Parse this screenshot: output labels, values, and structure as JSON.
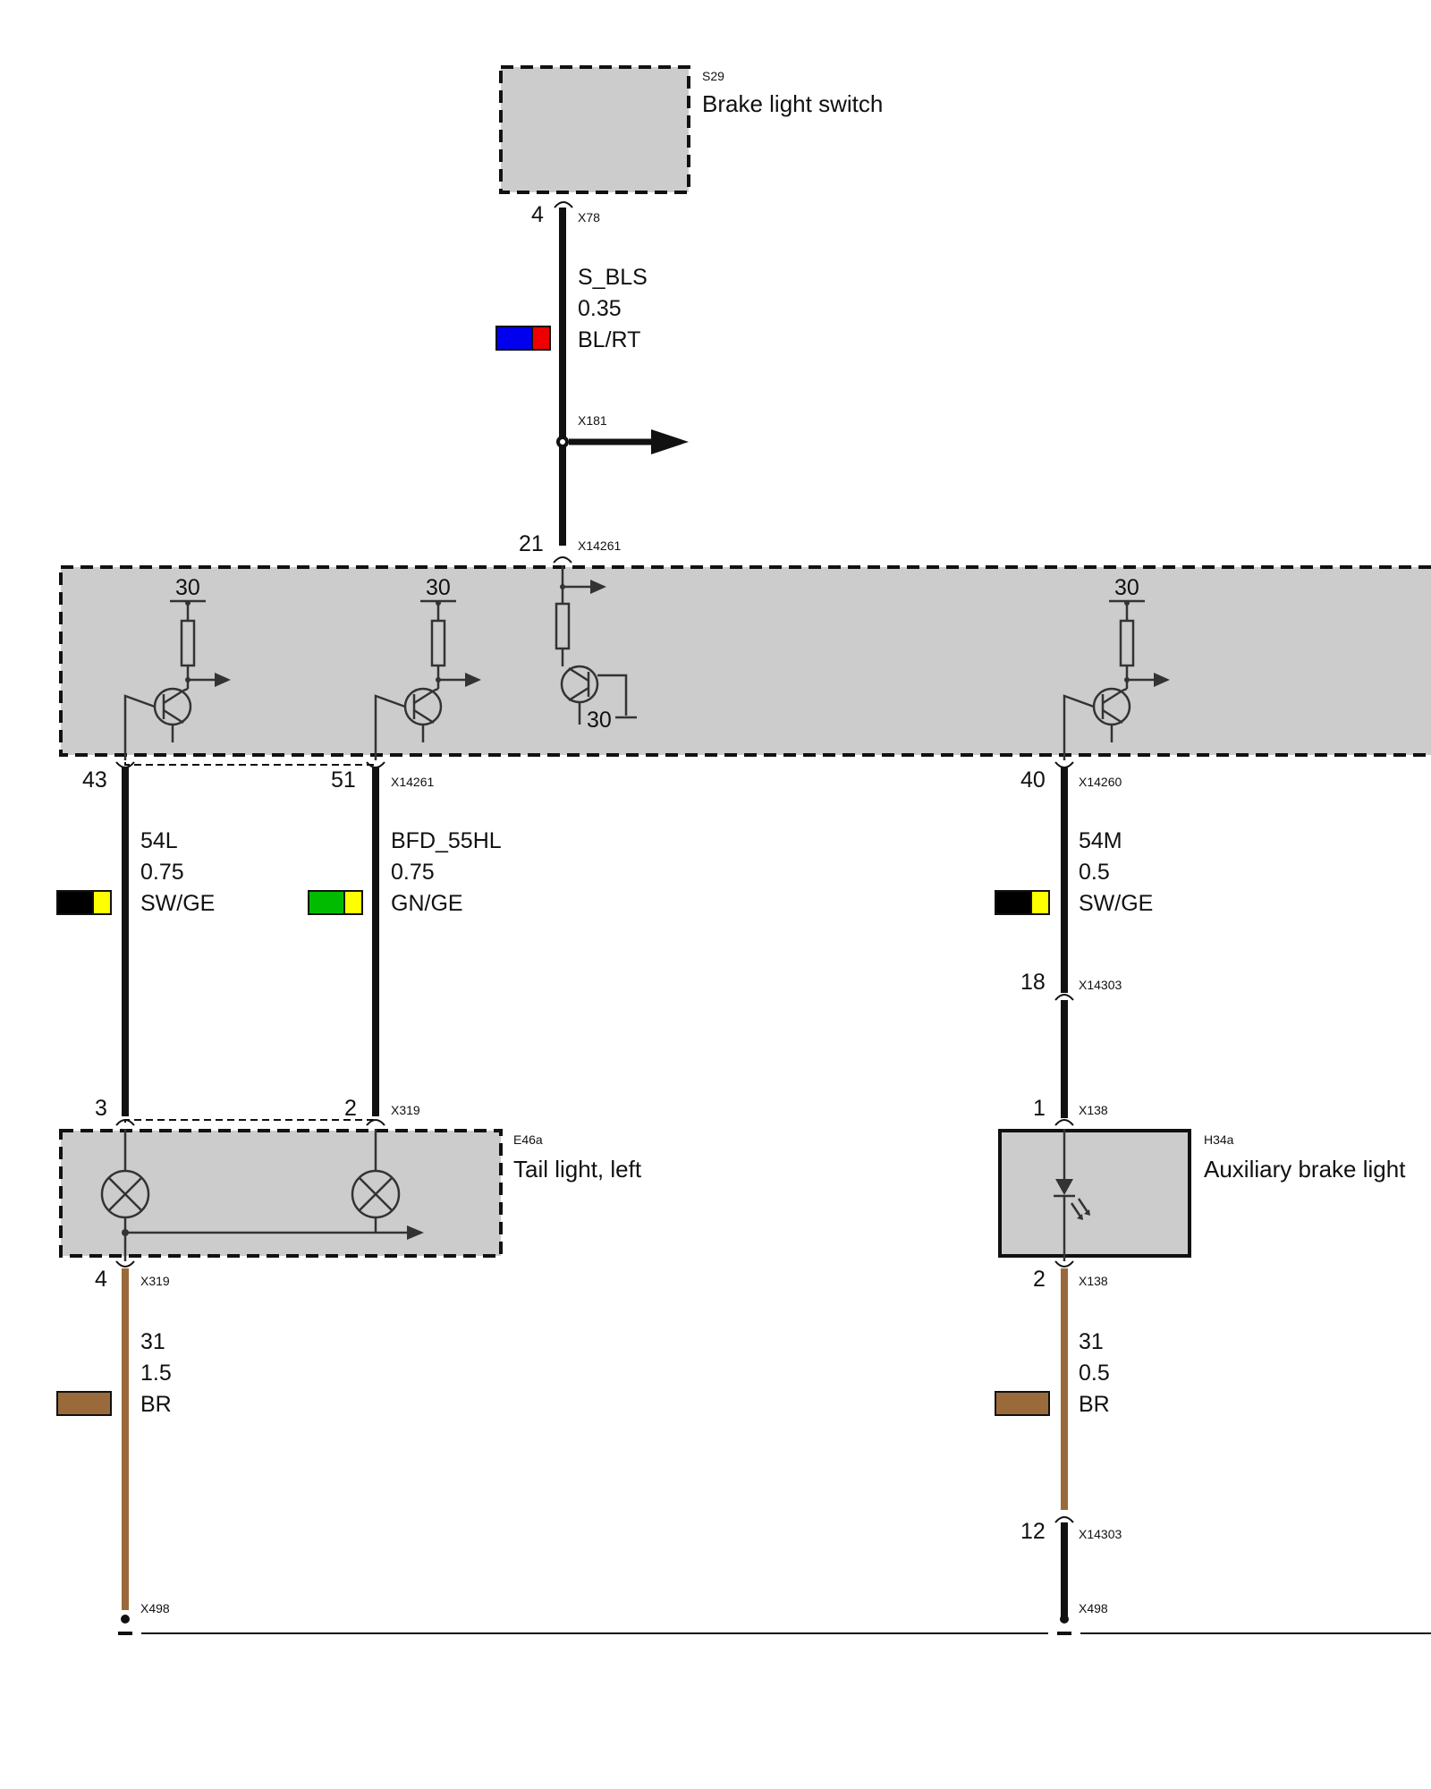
{
  "components": {
    "brake_switch": {
      "id": "S29",
      "name": "Brake light switch"
    },
    "tail_light": {
      "id": "E46a",
      "name": "Tail light, left"
    },
    "aux_brake": {
      "id": "H34a",
      "name": "Auxiliary brake light"
    }
  },
  "connectors": {
    "x78": "X78",
    "x181": "X181",
    "x14261_top": "X14261",
    "x14261_mid": "X14261",
    "x14260": "X14260",
    "x14303_a": "X14303",
    "x14303_b": "X14303",
    "x319_top": "X319",
    "x319_bot": "X319",
    "x138_top": "X138",
    "x138_bot": "X138",
    "x498_left": "X498",
    "x498_right": "X498"
  },
  "pins": {
    "p4_top": "4",
    "p21": "21",
    "p43": "43",
    "p51": "51",
    "p40": "40",
    "p18": "18",
    "p3": "3",
    "p2_tail": "2",
    "p1": "1",
    "p4_tail": "4",
    "p2_aux": "2",
    "p12": "12"
  },
  "module_labels": {
    "t1": "30",
    "t2": "30",
    "t3": "30",
    "t4": "30"
  },
  "wires": {
    "s_bls": {
      "signal": "S_BLS",
      "size": "0.35",
      "color": "BL/RT",
      "c1": "#0000ee",
      "c2": "#ee0000"
    },
    "w54l": {
      "signal": "54L",
      "size": "0.75",
      "color": "SW/GE",
      "c1": "#000000",
      "c2": "#ffff00"
    },
    "bfd": {
      "signal": "BFD_55HL",
      "size": "0.75",
      "color": "GN/GE",
      "c1": "#00bb00",
      "c2": "#ffff00"
    },
    "w54m": {
      "signal": "54M",
      "size": "0.5",
      "color": "SW/GE",
      "c1": "#000000",
      "c2": "#ffff00"
    },
    "w31_left": {
      "signal": "31",
      "size": "1.5",
      "color": "BR",
      "c1": "#9a6a3a"
    },
    "w31_right": {
      "signal": "31",
      "size": "0.5",
      "color": "BR",
      "c1": "#9a6a3a"
    }
  }
}
